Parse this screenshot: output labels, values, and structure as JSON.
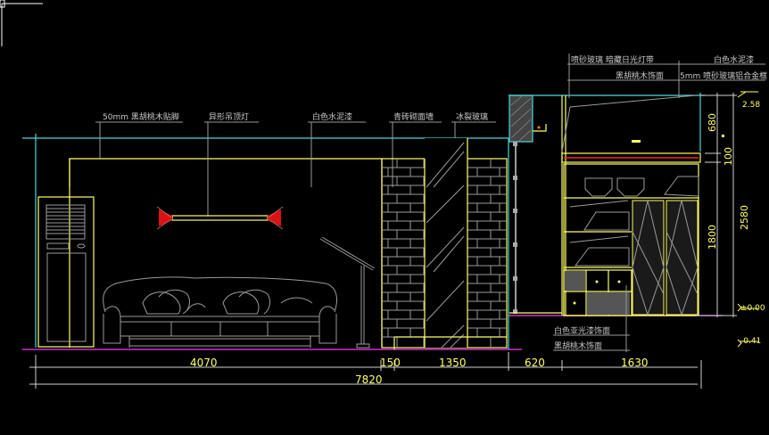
{
  "drawing": {
    "type": "interior wall elevation",
    "background": "#000000",
    "colors": {
      "dimension_text": "#ffff66",
      "outline_yellow": "#ffff66",
      "ceiling_cyan": "#4fd6d6",
      "floor_magenta": "#cc33cc",
      "lamp_red": "#ff2222",
      "annotation_gray": "#c8c8c8"
    }
  },
  "annotations_top": [
    {
      "id": "a1",
      "text": "50mm 黑胡桃木贴脚"
    },
    {
      "id": "a2",
      "text": "异形吊顶灯"
    },
    {
      "id": "a3",
      "text": "白色水泥漆"
    },
    {
      "id": "a4",
      "text": "青砖砌面墙"
    },
    {
      "id": "a5",
      "text": "冰裂玻璃"
    }
  ],
  "annotations_right_top": [
    {
      "id": "b1",
      "text": "喷砂玻璃 暗藏日光灯带"
    },
    {
      "id": "b2",
      "text": "白色水泥漆"
    },
    {
      "id": "b3",
      "text": "黑胡桃木饰面"
    },
    {
      "id": "b4",
      "text": "5mm 喷砂玻璃铝合金框"
    }
  ],
  "annotations_bottom": [
    {
      "id": "c1",
      "text": "白色亚光漆饰面"
    },
    {
      "id": "c2",
      "text": "黑胡桃木饰面"
    }
  ],
  "dimensions_horizontal": [
    {
      "id": "d1",
      "text": "4070"
    },
    {
      "id": "d2",
      "text": "150"
    },
    {
      "id": "d3",
      "text": "1350"
    },
    {
      "id": "d4",
      "text": "620"
    },
    {
      "id": "d5",
      "text": "1630"
    },
    {
      "id": "d6",
      "text": "7820"
    }
  ],
  "dimensions_vertical": [
    {
      "id": "v1",
      "text": "680"
    },
    {
      "id": "v2",
      "text": "100"
    },
    {
      "id": "v3",
      "text": "1800"
    },
    {
      "id": "v4",
      "text": "2580"
    }
  ],
  "levels": [
    {
      "id": "l1",
      "text": "2.58"
    },
    {
      "id": "l2",
      "text": "±0.00"
    },
    {
      "id": "l3",
      "text": "-0.41"
    }
  ]
}
